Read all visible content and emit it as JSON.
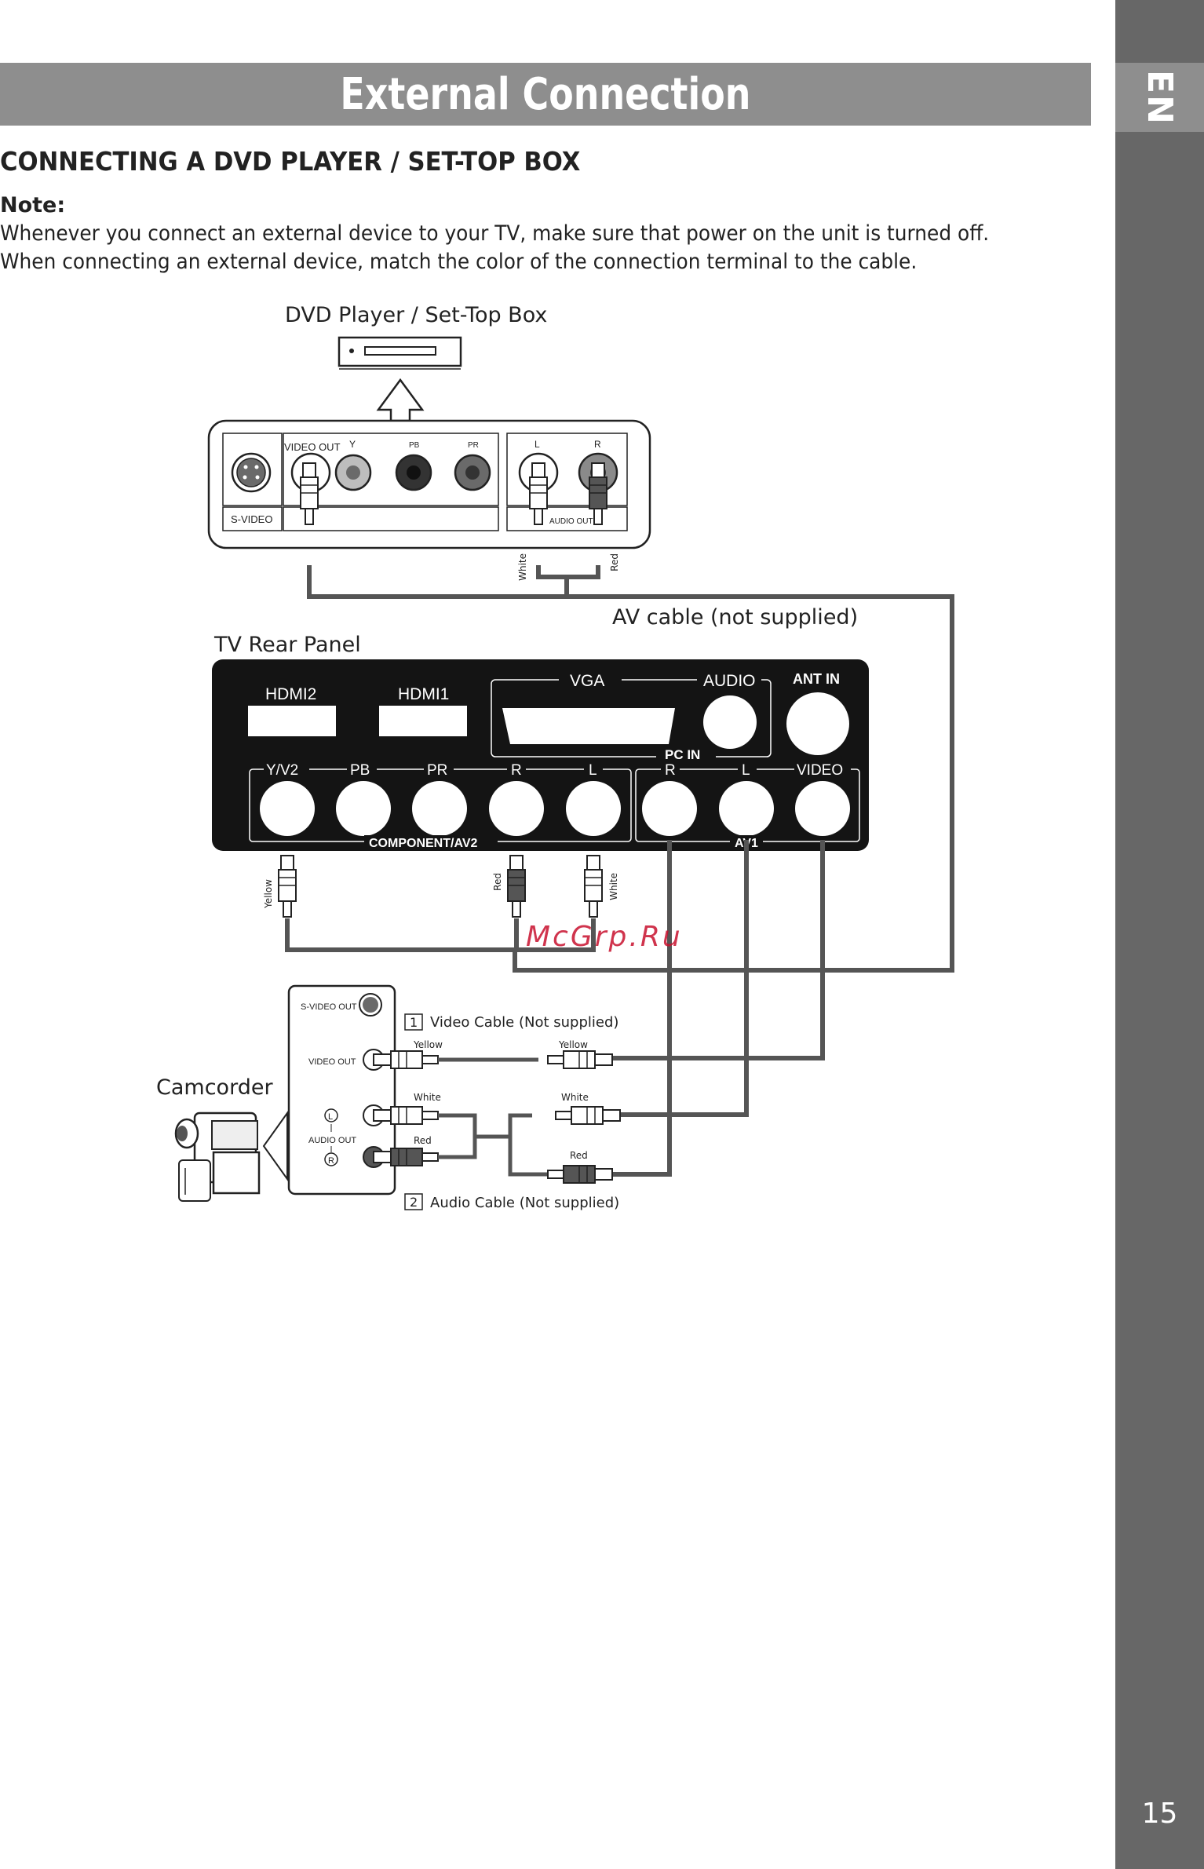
{
  "page": {
    "title": "External Connection",
    "language_tab": "EN",
    "page_number": "15"
  },
  "section": {
    "heading": "CONNECTING A DVD PLAYER / SET-TOP BOX",
    "note_label": "Note:",
    "note_lines": [
      "Whenever you connect an external device to your TV, make sure that power on the unit is turned off.",
      "When connecting an external device, match the color of the connection terminal to the cable."
    ]
  },
  "diagram": {
    "dvd_label": "DVD Player / Set-Top Box",
    "av_cable_label": "AV cable (not supplied)",
    "tv_label": "TV Rear Panel",
    "camcorder_label": "Camcorder",
    "dvd_panel": {
      "svideo": "S-VIDEO",
      "video_out": "VIDEO OUT",
      "y": "Y",
      "pb": "PB",
      "pr": "PR",
      "l": "L",
      "r": "R",
      "audio_out": "AUDIO OUT"
    },
    "dvd_plug_labels": {
      "white": "White",
      "red": "Red"
    },
    "tv_panel": {
      "hdmi2": "HDMI2",
      "hdmi1": "HDMI1",
      "vga": "VGA",
      "audio": "AUDIO",
      "ant_in": "ANT IN",
      "pc_in": "PC IN",
      "yv2": "Y/V2",
      "pb": "PB",
      "pr": "PR",
      "r": "R",
      "l": "L",
      "r2": "R",
      "l2": "L",
      "video": "VIDEO",
      "component": "COMPONENT/AV2",
      "av1": "AV1"
    },
    "tv_plug_labels": {
      "yellow": "Yellow",
      "red": "Red",
      "white": "White"
    },
    "camcorder_panel": {
      "svideo_out": "S-VIDEO OUT",
      "video_out": "VIDEO OUT",
      "l": "L",
      "audio_out": "AUDIO OUT",
      "r": "R"
    },
    "cable1": {
      "num": "1",
      "label": "Video Cable (Not supplied)",
      "left_color": "Yellow",
      "right_color": "Yellow"
    },
    "cable2": {
      "num": "2",
      "label": "Audio Cable (Not supplied)",
      "white_left": "White",
      "red_left": "Red",
      "white_right": "White",
      "red_right": "Red"
    },
    "watermark": "McGrp.Ru"
  }
}
